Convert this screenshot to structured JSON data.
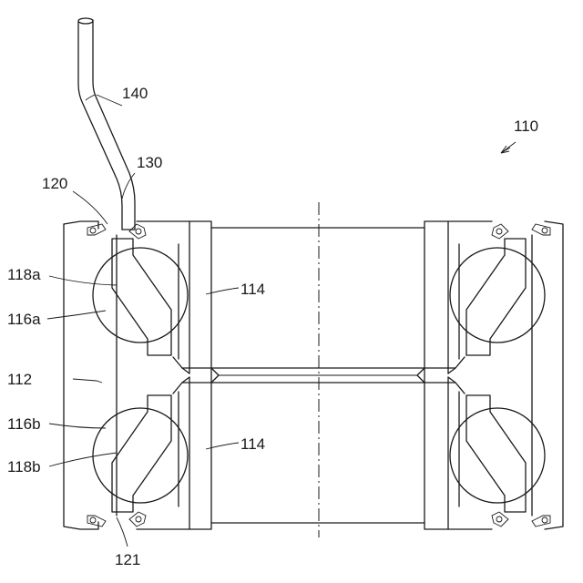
{
  "labels": {
    "ref_110": "110",
    "ref_112": "112",
    "ref_114_upper": "114",
    "ref_114_lower": "114",
    "ref_116a": "116a",
    "ref_116b": "116b",
    "ref_118a": "118a",
    "ref_118b": "118b",
    "ref_120": "120",
    "ref_121": "121",
    "ref_130": "130",
    "ref_140": "140"
  }
}
